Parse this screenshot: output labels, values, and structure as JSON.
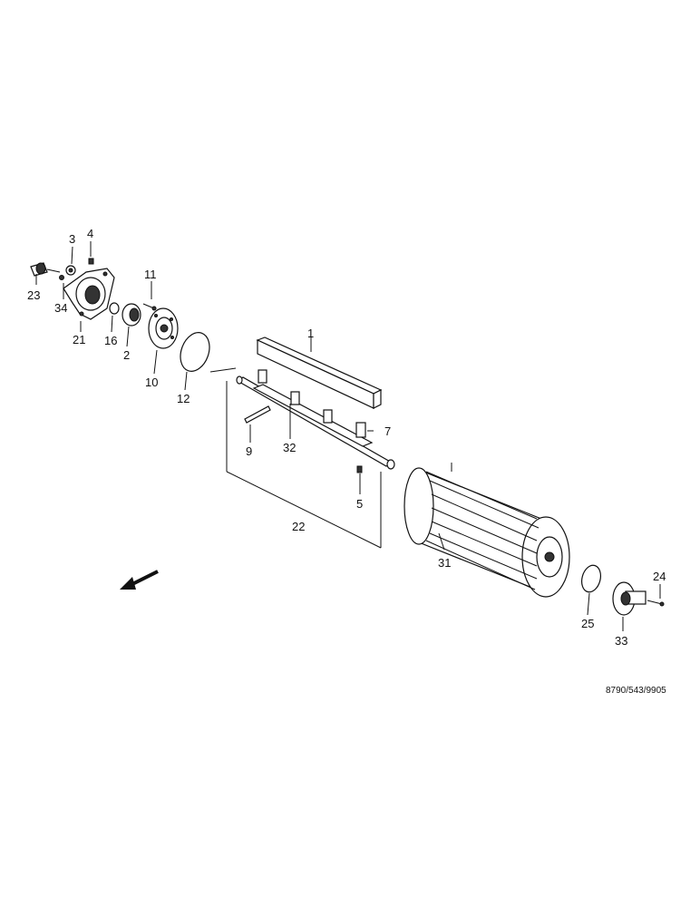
{
  "diagram": {
    "reference_code": "8790/543/9905",
    "callouts": {
      "p1": "1",
      "p2": "2",
      "p3": "3",
      "p4": "4",
      "p5": "5",
      "p7": "7",
      "p9": "9",
      "p10": "10",
      "p11": "11",
      "p12": "12",
      "p16": "16",
      "p21": "21",
      "p22": "22",
      "p23": "23",
      "p24": "24",
      "p25": "25",
      "p31": "31",
      "p32": "32",
      "p33": "33",
      "p34": "34"
    }
  }
}
